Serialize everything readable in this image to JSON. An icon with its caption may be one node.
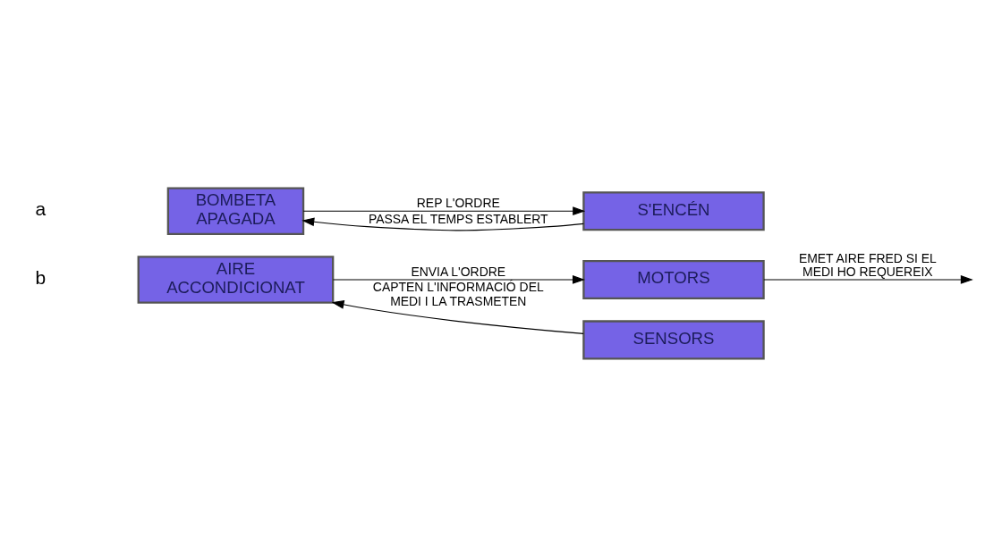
{
  "diagram": {
    "nodes": [
      {
        "text": [
          "BOMBETA APAGADA"
        ]
      },
      {
        "text": [
          "S'ENCÉN"
        ]
      },
      {
        "text": [
          "AIRE ACCONDICIONAT"
        ]
      },
      {
        "text": [
          "MOTORS"
        ]
      },
      {
        "text": [
          "SENSORS"
        ]
      }
    ],
    "edges": [
      {
        "from": 0,
        "to": 1,
        "arrow": "to",
        "label": "REP L'ORDRE"
      },
      {
        "from": 1,
        "to": 0,
        "arrow": "to",
        "label": "PASSA EL TEMPS ESTABLERT"
      },
      {
        "from": 2,
        "to": 3,
        "arrow": "to",
        "label": "ENVIA L'ORDRE"
      },
      {
        "from": 3,
        "to": null,
        "arrow": "to",
        "label": "EMET AIRE FRED SI EL MEDI HO REQUEREIX"
      },
      {
        "from": 4,
        "to": 2,
        "arrow": "to",
        "label": "CAPTEN L'INFORMACIÓ DEL MEDI I LA TRASMETEN"
      }
    ],
    "labels": [
      "a",
      "b"
    ]
  }
}
